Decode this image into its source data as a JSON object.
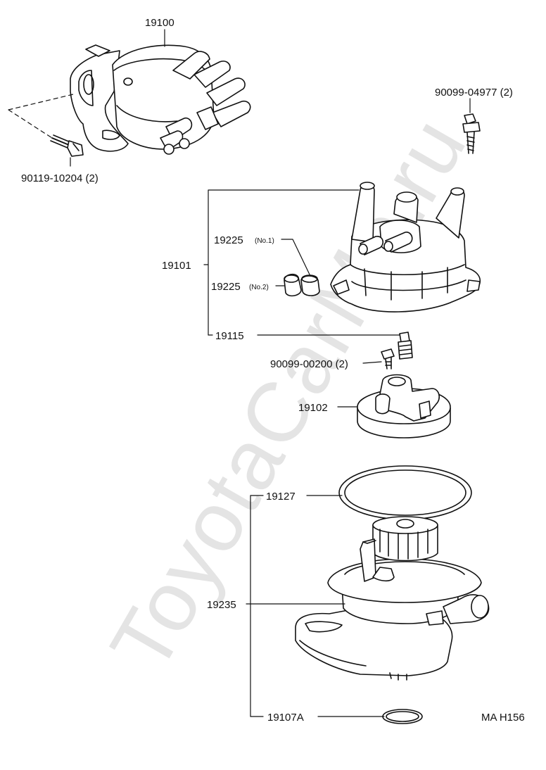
{
  "watermark": "ToyotaCarMe.ru",
  "diagram_code": "MA H156",
  "parts": {
    "distributor_assy": "19100",
    "hold_bolt": "90119-10204 (2)",
    "cap_screw": "90099-04977 (2)",
    "cap_assy": "19101",
    "plug_no1": "19225",
    "plug_no1_note": "(No.1)",
    "plug_no2": "19225",
    "plug_no2_note": "(No.2)",
    "carbon_brush": "19115",
    "rotor_screw": "90099-00200 (2)",
    "rotor": "19102",
    "gasket": "19127",
    "housing": "19235",
    "o_ring": "19107A"
  }
}
